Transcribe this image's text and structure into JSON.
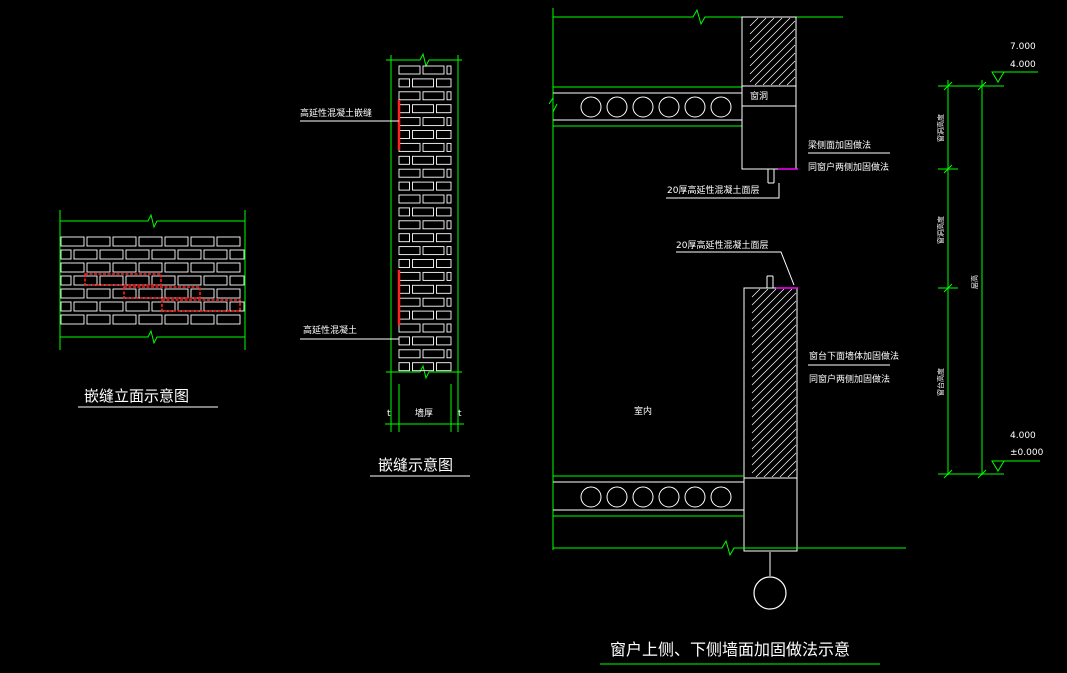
{
  "titles": {
    "elevation": "嵌缝立面示意图",
    "section": "嵌缝示意图",
    "window": "窗户上侧、下侧墙面加固做法示意"
  },
  "labels": {
    "hp_joint": "高延性混凝土嵌缝",
    "hp_concrete": "高延性混凝土",
    "t_left": "t",
    "wall_thickness": "墙厚",
    "t_right": "t",
    "window_opening": "窗洞",
    "beam_side_1": "梁侧面加固做法",
    "beam_side_2": "同窗户两侧加固做法",
    "surface_top": "20厚高延性混凝土面层",
    "surface_bottom": "20厚高延性混凝土面层",
    "sill_1": "窗台下面墙体加固做法",
    "sill_2": "同窗户两侧加固做法",
    "indoor": "室内"
  },
  "levels": {
    "top_1": "7.000",
    "top_2": "4.000",
    "bottom_1": "4.000",
    "bottom_2": "±0.000"
  },
  "dimensions": {
    "upper": "窗洞高度",
    "middle": "窗洞高度",
    "lower": "窗台高度",
    "total": "层高"
  },
  "colors": {
    "line": "#00ff00",
    "wall": "#ffffff",
    "highlight": "#ff2020",
    "hatch": "#ffffff",
    "accent": "#ff00ff"
  }
}
